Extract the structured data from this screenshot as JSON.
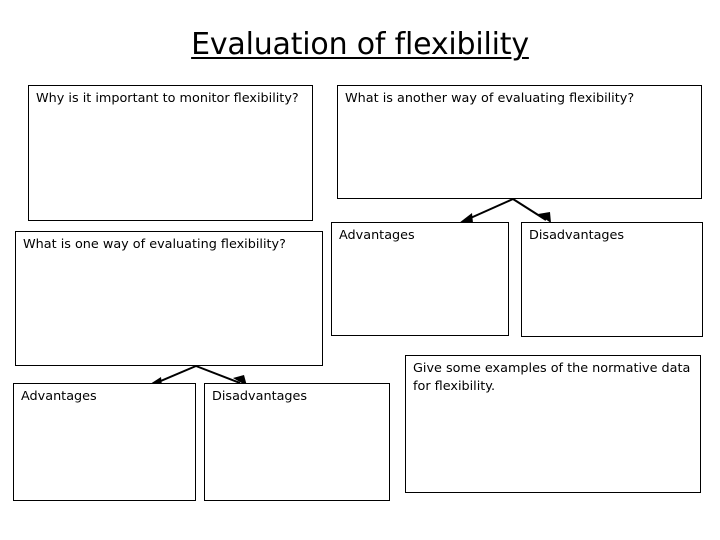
{
  "slide": {
    "title": "Evaluation of flexibility",
    "background_color": "#ffffff",
    "text_color": "#000000",
    "border_color": "#000000"
  },
  "boxes": [
    {
      "id": "why-monitor",
      "text": "Why is it important to monitor flexibility?"
    },
    {
      "id": "another-way",
      "text": "What is another way of evaluating flexibility?"
    },
    {
      "id": "one-way",
      "text": "What is one way of evaluating flexibility?"
    },
    {
      "id": "advantages-right",
      "text": "Advantages"
    },
    {
      "id": "disadvantages-right",
      "text": "Disadvantages"
    },
    {
      "id": "advantages-left",
      "text": "Advantages"
    },
    {
      "id": "disadvantages-left",
      "text": "Disadvantages"
    },
    {
      "id": "normative-data",
      "text": "Give some examples of the normative data for flexibility."
    }
  ]
}
